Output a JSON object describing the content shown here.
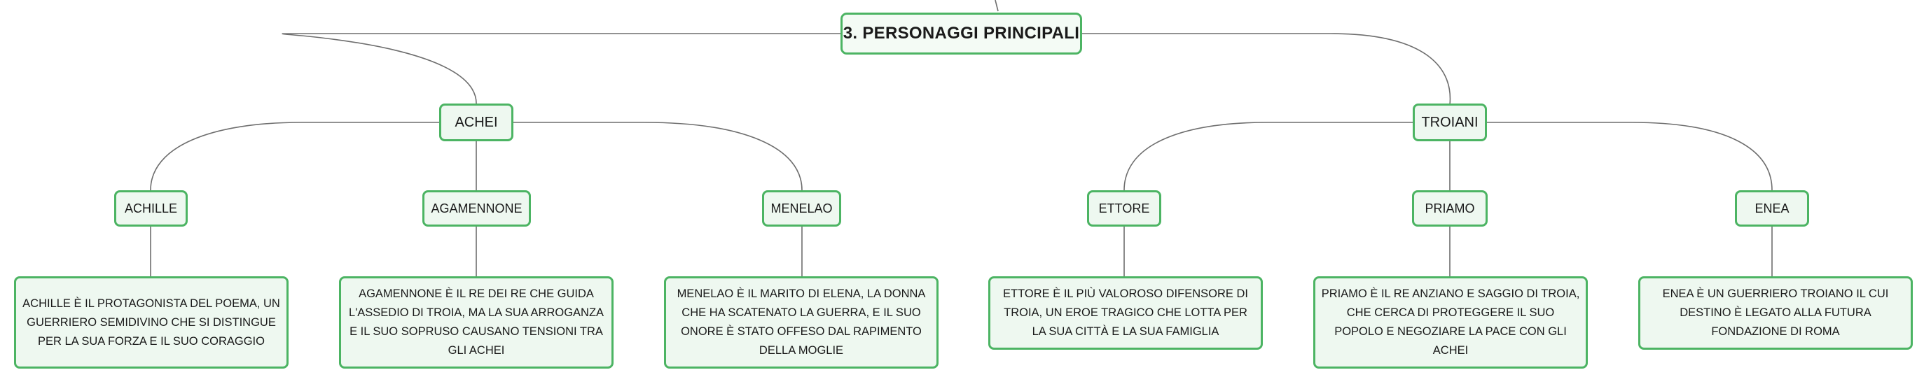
{
  "root": {
    "label": "3. PERSONAGGI PRINCIPALI"
  },
  "groups": [
    {
      "label": "ACHEI",
      "characters": [
        {
          "name": "ACHILLE",
          "description": "ACHILLE È IL PROTAGONISTA DEL POEMA, UN GUERRIERO SEMIDIVINO CHE SI DISTINGUE PER LA SUA FORZA E IL SUO CORAGGIO"
        },
        {
          "name": "AGAMENNONE",
          "description": "AGAMENNONE È IL RE DEI RE CHE GUIDA L'ASSEDIO DI TROIA, MA LA SUA ARROGANZA E IL SUO SOPRUSO CAUSANO TENSIONI TRA GLI ACHEI"
        },
        {
          "name": "MENELAO",
          "description": "MENELAO È IL MARITO DI ELENA, LA DONNA CHE HA SCATENATO LA GUERRA, E IL SUO ONORE È STATO OFFESO DAL RAPIMENTO DELLA MOGLIE"
        }
      ]
    },
    {
      "label": "TROIANI",
      "characters": [
        {
          "name": "ETTORE",
          "description": "ETTORE È IL PIÙ VALOROSO DIFENSORE DI TROIA, UN EROE TRAGICO CHE LOTTA PER LA SUA CITTÀ E LA SUA FAMIGLIA"
        },
        {
          "name": "PRIAMO",
          "description": "PRIAMO È IL RE ANZIANO E SAGGIO DI TROIA, CHE CERCA DI PROTEGGERE IL SUO POPOLO E NEGOZIARE LA PACE CON GLI ACHEI"
        },
        {
          "name": "ENEA",
          "description": "ENEA È UN GUERRIERO TROIANO IL CUI DESTINO È LEGATO ALLA FUTURA FONDAZIONE DI ROMA"
        }
      ]
    }
  ]
}
